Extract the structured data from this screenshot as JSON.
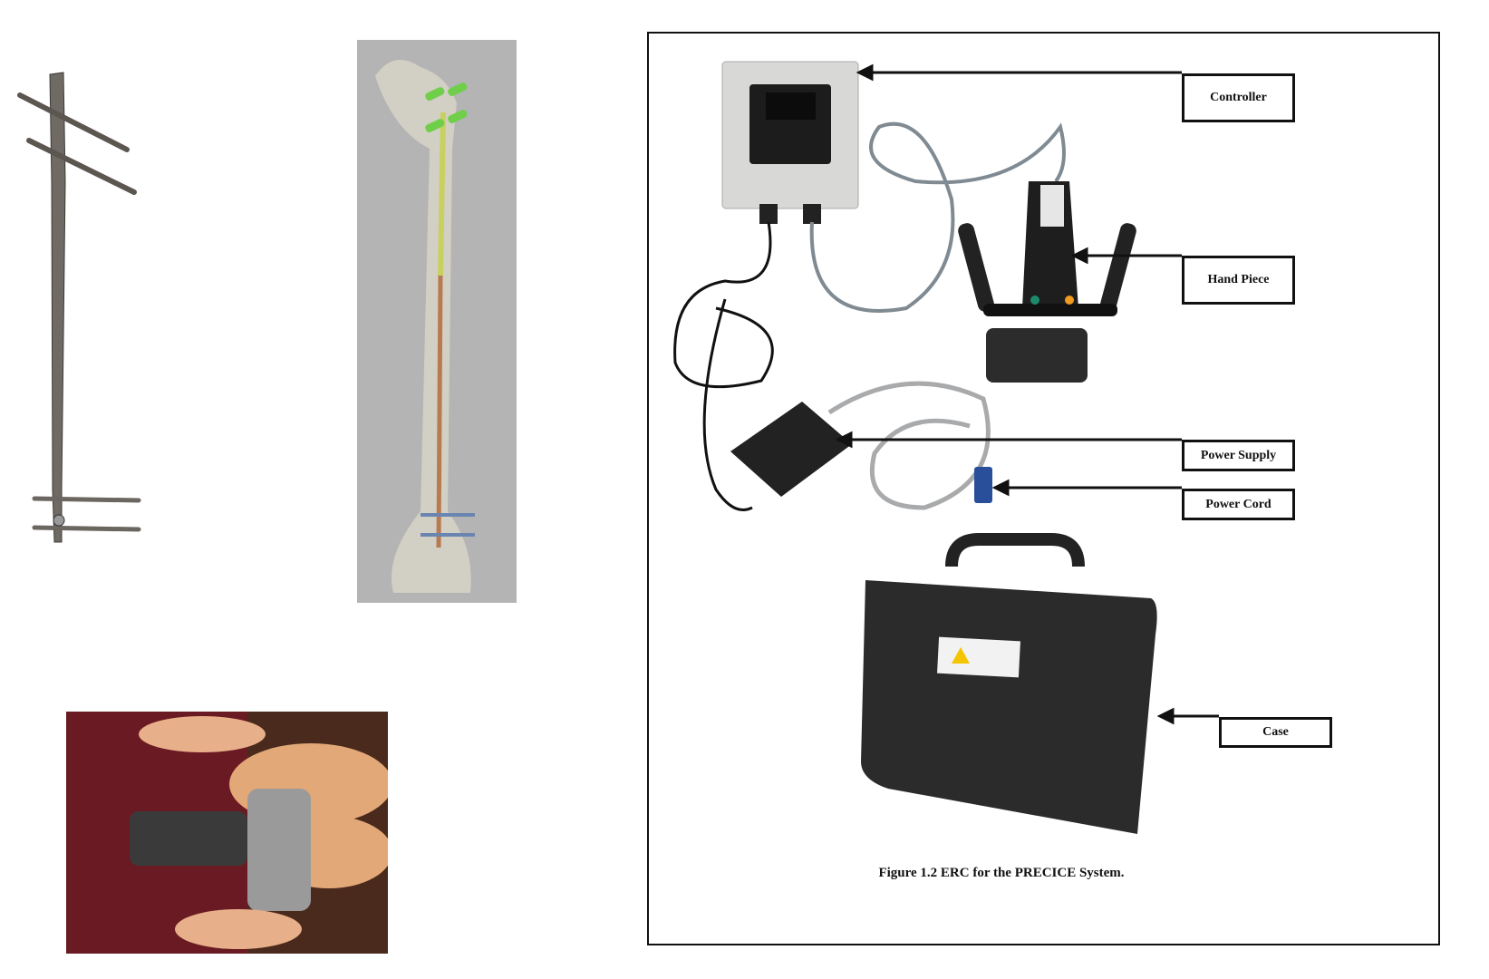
{
  "figure": {
    "labels": {
      "controller": "Controller",
      "hand_piece": "Hand Piece",
      "power_supply": "Power Supply",
      "power_cord": "Power Cord",
      "case": "Case"
    },
    "caption": "Figure 1.2 ERC for the PRECICE System."
  },
  "colors": {
    "frame": "#111111",
    "case": "#2b2b2b",
    "xray_bg": "#b4b4b4",
    "photo_bg": "#6a1a22"
  }
}
